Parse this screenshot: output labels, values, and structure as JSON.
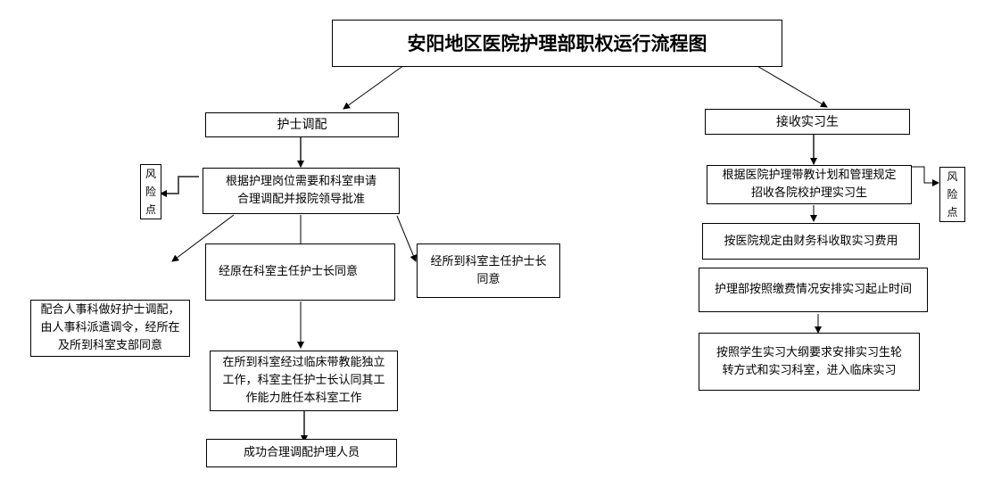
{
  "title": "安阳地区医院护理部职权运行流程图",
  "left_branch": {
    "header": "护士调配",
    "step1": "根据护理岗位需要和科室申请\n合理调配并报院领导批准",
    "risk": [
      "风",
      "险",
      "点"
    ],
    "option_left": "配合人事科做好护士调配，\n由人事科派遣调令，经所在\n及所到科室支部同意",
    "option_middle": "经原在科室主任护士长同意",
    "option_right": "经所到科室主任护士长\n同意",
    "step3": "在所到科室经过临床带教能独立\n工作，科室主任护士长认同其工\n作能力胜任本科室工作",
    "result": "成功合理调配护理人员"
  },
  "right_branch": {
    "header": "接收实习生",
    "step1": "根据医院护理带教计划和管理规定\n招收各院校护理实习生",
    "risk": [
      "风",
      "险",
      "点"
    ],
    "step2": "按医院规定由财务科收取实习费用",
    "step3": "护理部按照缴费情况安排实习起止时间",
    "step4": "按照学生实习大纲要求安排实习生轮\n转方式和实习科室，进入临床实习"
  }
}
